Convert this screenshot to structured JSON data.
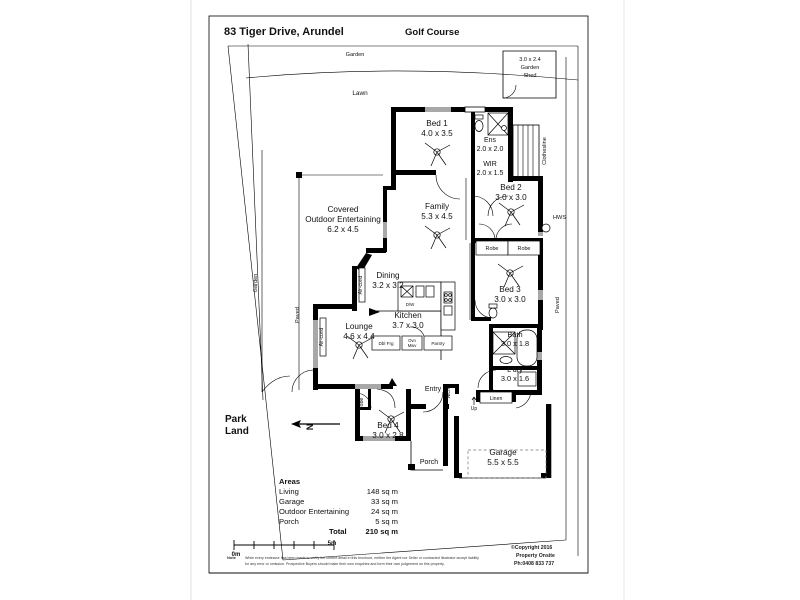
{
  "document": {
    "title": "83 Tiger Drive,  Arundel",
    "top_right_label": "Golf Course"
  },
  "site_labels": {
    "garden_top": "Garden",
    "lawn": "Lawn",
    "garden_left": "Garden",
    "paved_left": "Paved",
    "paved_right": "Paved",
    "park_land_line1": "Park",
    "park_land_line2": "Land",
    "north": "N",
    "clothesline": "Clothesline"
  },
  "rooms": [
    {
      "name": "Garden Shed",
      "dim": "3.0 x 2.4"
    },
    {
      "name": "Bed 1",
      "dim": "4.0 x 3.5"
    },
    {
      "name": "Ens",
      "dim": "2.0 x 2.0"
    },
    {
      "name": "WIR",
      "dim": "2.0 x 1.5"
    },
    {
      "name": "Bed 2",
      "dim": "3.0 x 3.0"
    },
    {
      "name": "Bed 3",
      "dim": "3.0 x 3.0"
    },
    {
      "name": "Bath",
      "dim": "3.0 x 1.8"
    },
    {
      "name": "L'dry",
      "dim": "3.0 x 1.6"
    },
    {
      "name": "Family",
      "dim": "5.3  x 4.5"
    },
    {
      "name": "Covered Outdoor Entertaining",
      "dim": "6.2 x 4.5"
    },
    {
      "name": "Dining",
      "dim": "3.2 x 3.2"
    },
    {
      "name": "Kitchen",
      "dim": "3.7 x 3.0"
    },
    {
      "name": "Lounge",
      "dim": "4.6 x 4.4"
    },
    {
      "name": "Bed 4",
      "dim": "3.0 x 2.8"
    },
    {
      "name": "Garage",
      "dim": "5.5 x 5.5"
    }
  ],
  "room_text": {
    "garden_shed_l1": "3.0 x 2.4",
    "garden_shed_l2": "Garden",
    "garden_shed_l3": "Shed",
    "bed1_name": "Bed 1",
    "bed1_dim": "4.0 x 3.5",
    "ens_name": "Ens",
    "ens_dim": "2.0 x 2.0",
    "wir_name": "WIR",
    "wir_dim": "2.0 x 1.5",
    "bed2_name": "Bed 2",
    "bed2_dim": "3.0 x 3.0",
    "bed3_name": "Bed 3",
    "bed3_dim": "3.0 x 3.0",
    "bath_name": "Bath",
    "bath_dim": "3.0 x 1.8",
    "ldry_name": "L'dry",
    "ldry_dim": "3.0 x 1.6",
    "family_name": "Family",
    "family_dim": "5.3  x 4.5",
    "covered_l1": "Covered",
    "covered_l2": "Outdoor Entertaining",
    "covered_dim": "6.2 x 4.5",
    "dining_name": "Dining",
    "dining_dim": "3.2 x 3.2",
    "kitchen_name": "Kitchen",
    "kitchen_dim": "3.7 x 3.0",
    "lounge_name": "Lounge",
    "lounge_dim": "4.6 x 4.4",
    "bed4_name": "Bed 4",
    "bed4_dim": "3.0 x 2.8",
    "garage_name": "Garage",
    "garage_dim": "5.5 x 5.5",
    "entry": "Entry",
    "porch": "Porch",
    "niche": "Niche",
    "linen": "Linen",
    "up": "Up",
    "hws": "HWS",
    "robe_bed2": "Robe",
    "robe_bed3": "Robe",
    "robe_bed4": "Robe",
    "aircond_dining": "Air-cond",
    "aircond_lounge": "Air-cond",
    "dw": "D/W",
    "dbl_frg": "Dbl Frg",
    "ovn_mwv_l1": "Ovn",
    "ovn_mwv_l2": "Mwv",
    "pantry": "Pantry"
  },
  "areas": {
    "heading": "Areas",
    "rows": [
      {
        "label": "Living",
        "value": "148 sq m"
      },
      {
        "label": "Garage",
        "value": "33 sq m"
      },
      {
        "label": "Outdoor Entertaining",
        "value": "24 sq m"
      },
      {
        "label": "Porch",
        "value": "5 sq m"
      }
    ],
    "total_label": "Total",
    "total_value": "210 sq m"
  },
  "scale": {
    "start": "0m",
    "end": "5m"
  },
  "footer": {
    "note_label": "Note",
    "note_line1": "While every endeavor has been made to verify the correct detail in this brochure, neither the Agent nor Seller or contracted Illustrator accept liability",
    "note_line2": "for any error or omission. Prospective Buyers should make their own enquiries and form their own judgement on this property.",
    "copyright_line1": "©Copyright 2016",
    "copyright_line2": "Property Onsite",
    "copyright_line3": "Ph:0408 833 737"
  },
  "colors": {
    "wall": "#000000",
    "paper": "#ffffff",
    "hairline": "#444444",
    "dashed": "#777777"
  }
}
